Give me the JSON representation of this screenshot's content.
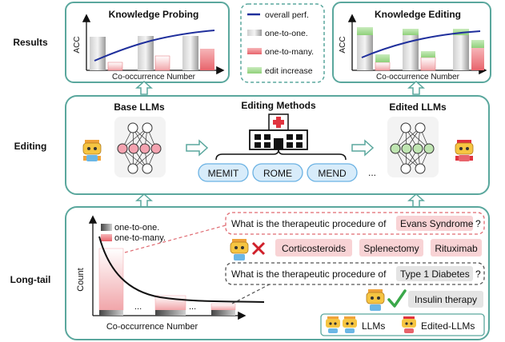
{
  "rows": {
    "results": "Results",
    "editing": "Editing",
    "longtail": "Long-tail"
  },
  "probing": {
    "title": "Knowledge Probing",
    "ylabel": "ACC",
    "xlabel": "Co-occurrence Number"
  },
  "editing_chart": {
    "title": "Knowledge Editing",
    "ylabel": "ACC",
    "xlabel": "Co-occurrence Number"
  },
  "legend_top": {
    "overall": "overall perf.",
    "one_to_one": "one-to-one.",
    "one_to_many": "one-to-many.",
    "edit_increase": "edit increase"
  },
  "editing_row": {
    "base": "Base LLMs",
    "methods_title": "Editing Methods",
    "edited": "Edited LLMs",
    "methods": [
      "MEMIT",
      "ROME",
      "MEND"
    ],
    "ellipsis": "..."
  },
  "longtail": {
    "legend_one": "one-to-one.",
    "legend_many": "one-to-many.",
    "ylabel": "Count",
    "xlabel": "Co-occurrence Number",
    "dots": "...",
    "q1_prefix": "What is the therapeutic procedure of",
    "q1_entity": "Evans Syndrome",
    "q1_mark": "?",
    "answers": [
      "Corticosteroids",
      "Splenectomy",
      "Rituximab"
    ],
    "q2_prefix": "What is the therapeutic procedure of",
    "q2_entity": "Type 1 Diabetes",
    "q2_mark": "?",
    "answer2": "Insulin therapy",
    "legend_llms": "LLMs",
    "legend_edited": "Edited-LLMs"
  },
  "colors": {
    "teal": "#5aa79d",
    "blue_curve": "#1f2f9c",
    "red": "#e06b72",
    "green": "#7cc06c",
    "gray": "#8a8a8a"
  }
}
